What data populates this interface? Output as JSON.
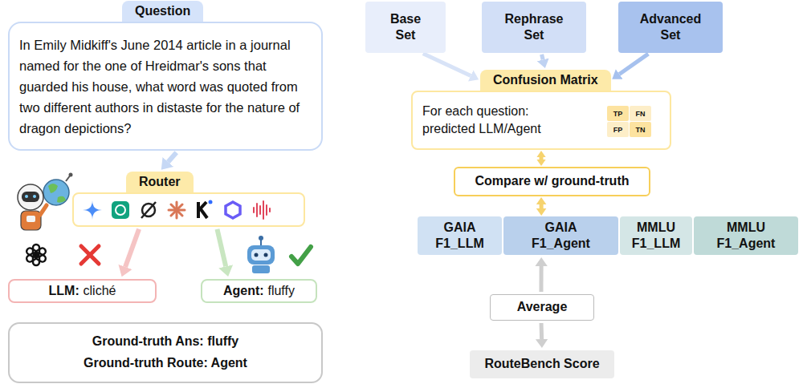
{
  "diagram": {
    "nodes": [
      {
        "text": [
          "Question",
          "In Emily Midkiff's June 2014 article in a journal named for the one of Hreidmar's sons that guarded his house, what word was quoted from two different authors in distaste for the nature of dragon depictions?"
        ]
      },
      {
        "text": [
          "Router"
        ]
      },
      {
        "text": [
          "LLM:",
          "cliché"
        ]
      },
      {
        "text": [
          "Agent:",
          "fluffy"
        ]
      },
      {
        "text": [
          "Ground-truth Ans: fluffy",
          "Ground-truth Route: Agent"
        ]
      },
      {
        "text": [
          "Base Set"
        ]
      },
      {
        "text": [
          "Rephrase Set"
        ]
      },
      {
        "text": [
          "Advanced Set"
        ]
      },
      {
        "text": [
          "Confusion Matrix",
          "For each question: predicted LLM/Agent"
        ]
      },
      {
        "text": [
          "TP"
        ],
        "in": 8
      },
      {
        "text": [
          "FN"
        ],
        "in": 8
      },
      {
        "text": [
          "FP"
        ],
        "in": 8
      },
      {
        "text": [
          "TN"
        ],
        "in": 8
      },
      {
        "text": [
          "Compare w/ ground-truth"
        ]
      },
      {
        "text": [
          "GAIA F1_LLM"
        ]
      },
      {
        "text": [
          "GAIA F1_Agent"
        ]
      },
      {
        "text": [
          "MMLU F1_LLM"
        ]
      },
      {
        "text": [
          "MMLU F1_Agent"
        ]
      },
      {
        "text": [
          "Average"
        ]
      },
      {
        "text": [
          "RouteBench Score"
        ]
      }
    ],
    "edges": [
      {
        "from": 0,
        "to": 1,
        "arrow": "to"
      },
      {
        "from": 1,
        "to": 2,
        "arrow": "to"
      },
      {
        "from": 1,
        "to": 3,
        "arrow": "to"
      },
      {
        "from": 5,
        "to": 8,
        "arrow": "to"
      },
      {
        "from": 6,
        "to": 8,
        "arrow": "to"
      },
      {
        "from": 7,
        "to": 8,
        "arrow": "to"
      },
      {
        "from": 8,
        "to": 13,
        "arrow": "both"
      },
      {
        "from": 13,
        "to": 15,
        "arrow": "both"
      },
      {
        "from": 18,
        "to": 15,
        "arrow": "to"
      },
      {
        "from": 18,
        "to": 19,
        "arrow": "to"
      }
    ]
  }
}
